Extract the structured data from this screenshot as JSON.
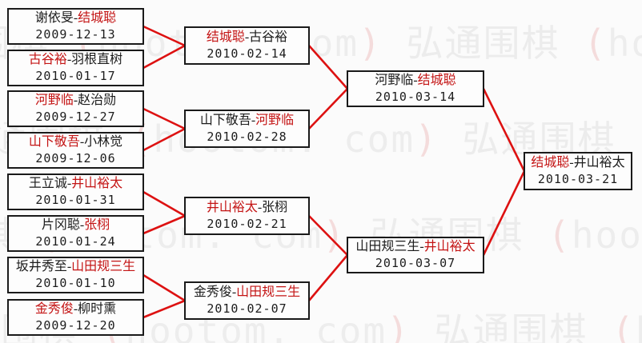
{
  "watermark": {
    "brand": "弘通围棋",
    "paren_open": "(",
    "site": "hootom. com",
    "paren_close": ")"
  },
  "separator": "-",
  "colors": {
    "winner_text": "#c41414",
    "connector": "#dd1111",
    "box_border": "#1a1a1a"
  },
  "rounds": [
    {
      "name": "round-1",
      "matches": [
        {
          "p1": "谢依旻",
          "p2": "结城聪",
          "winner": "p2",
          "date": "2009-12-13"
        },
        {
          "p1": "古谷裕",
          "p2": "羽根直树",
          "winner": "p1",
          "date": "2010-01-17"
        },
        {
          "p1": "河野临",
          "p2": "赵治勋",
          "winner": "p1",
          "date": "2009-12-27"
        },
        {
          "p1": "山下敬吾",
          "p2": "小林觉",
          "winner": "p1",
          "date": "2009-12-06"
        },
        {
          "p1": "王立诚",
          "p2": "井山裕太",
          "winner": "p2",
          "date": "2010-01-31"
        },
        {
          "p1": "片冈聪",
          "p2": "张栩",
          "winner": "p2",
          "date": "2010-01-24"
        },
        {
          "p1": "坂井秀至",
          "p2": "山田规三生",
          "winner": "p2",
          "date": "2010-01-10"
        },
        {
          "p1": "金秀俊",
          "p2": "柳时熏",
          "winner": "p1",
          "date": "2009-12-20"
        }
      ]
    },
    {
      "name": "round-2",
      "matches": [
        {
          "p1": "结城聪",
          "p2": "古谷裕",
          "winner": "p1",
          "date": "2010-02-14"
        },
        {
          "p1": "山下敬吾",
          "p2": "河野临",
          "winner": "p2",
          "date": "2010-02-28"
        },
        {
          "p1": "井山裕太",
          "p2": "张栩",
          "winner": "p1",
          "date": "2010-02-21"
        },
        {
          "p1": "金秀俊",
          "p2": "山田规三生",
          "winner": "p2",
          "date": "2010-02-07"
        }
      ]
    },
    {
      "name": "semifinal",
      "matches": [
        {
          "p1": "河野临",
          "p2": "结城聪",
          "winner": "p2",
          "date": "2010-03-14"
        },
        {
          "p1": "山田规三生",
          "p2": "井山裕太",
          "winner": "p2",
          "date": "2010-03-07"
        }
      ]
    },
    {
      "name": "final",
      "matches": [
        {
          "p1": "结城聪",
          "p2": "井山裕太",
          "winner": "p1",
          "date": "2010-03-21"
        }
      ]
    }
  ]
}
